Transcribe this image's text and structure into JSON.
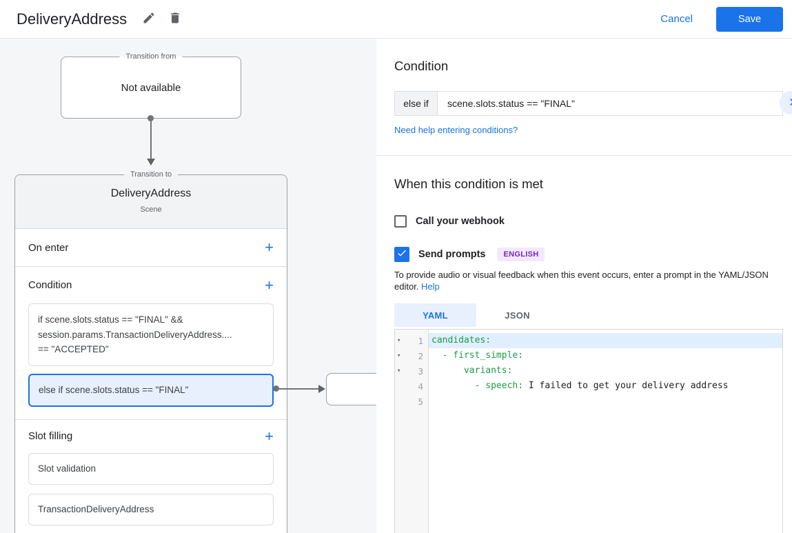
{
  "header": {
    "title": "DeliveryAddress",
    "cancel_label": "Cancel",
    "save_label": "Save"
  },
  "flow": {
    "transition_from": {
      "label": "Transition from",
      "value": "Not available"
    },
    "transition_to": {
      "label": "Transition to",
      "scene_name": "DeliveryAddress",
      "scene_type": "Scene"
    },
    "add_glyph": "+",
    "on_enter_label": "On enter",
    "condition": {
      "label": "Condition",
      "if_line1": "if scene.slots.status == \"FINAL\" &&",
      "if_line2": "session.params.TransactionDeliveryAddress....",
      "if_line3": "== \"ACCEPTED\"",
      "else_if": "else if scene.slots.status == \"FINAL\""
    },
    "slot_filling": {
      "label": "Slot filling",
      "items": [
        "Slot validation",
        "TransactionDeliveryAddress"
      ]
    }
  },
  "panel": {
    "condition_title": "Condition",
    "condition_prefix": "else if",
    "condition_value": "scene.slots.status == \"FINAL\"",
    "help_link": "Need help entering conditions?",
    "when_title": "When this condition is met",
    "webhook_label": "Call your webhook",
    "prompts_label": "Send prompts",
    "language_badge": "ENGLISH",
    "prompt_hint": "To provide audio or visual feedback when this event occurs, enter a prompt in the YAML/JSON editor.",
    "prompt_help_label": "Help",
    "tabs": {
      "yaml": "YAML",
      "json": "JSON"
    },
    "editor": {
      "fold_glyph": "▾",
      "lines": [
        {
          "number": "1",
          "code": "candidates:"
        },
        {
          "number": "2",
          "code": "  - first_simple:"
        },
        {
          "number": "3",
          "code": "      variants:"
        },
        {
          "number": "4",
          "code_key": "        - speech:",
          "code_text": " I failed to get your delivery address"
        },
        {
          "number": "5",
          "code": ""
        }
      ]
    }
  },
  "colors": {
    "accent_blue": "#1a73e8",
    "selected_condition_bg": "#e8f0fe",
    "badge_bg": "#f3e8fd",
    "badge_text": "#7627bb",
    "yaml_key_green": "#1a9c47",
    "active_line_bg": "#e0eefd",
    "panel_bg": "#f5f6f8"
  }
}
